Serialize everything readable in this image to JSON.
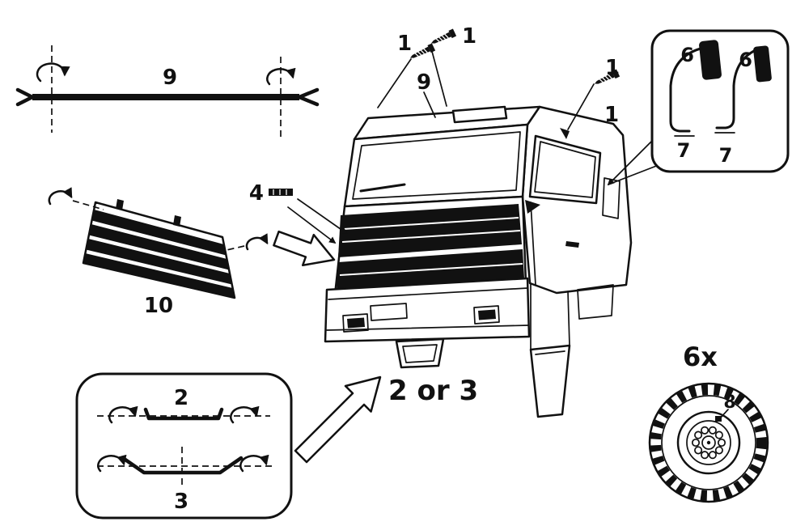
{
  "diagram": {
    "type": "model-kit-assembly-instruction",
    "subject": "truck cab front assembly",
    "colors": {
      "line": "#111111",
      "background": "#ffffff"
    }
  },
  "callouts": {
    "rod": "9",
    "grille_panel": "10",
    "clip": "4",
    "windshield_trim": "9",
    "screw_top_left": "1",
    "screw_top_right": "1",
    "screw_side": "1",
    "corner_panel": "1",
    "bracket_upper": "2",
    "bracket_lower": "3",
    "bumper_choice": "2 or 3",
    "mirror_left": "6",
    "mirror_right": "6",
    "arm_left": "7",
    "arm_right": "7",
    "wheel_qty": "6x",
    "wheel_hub": "8"
  }
}
